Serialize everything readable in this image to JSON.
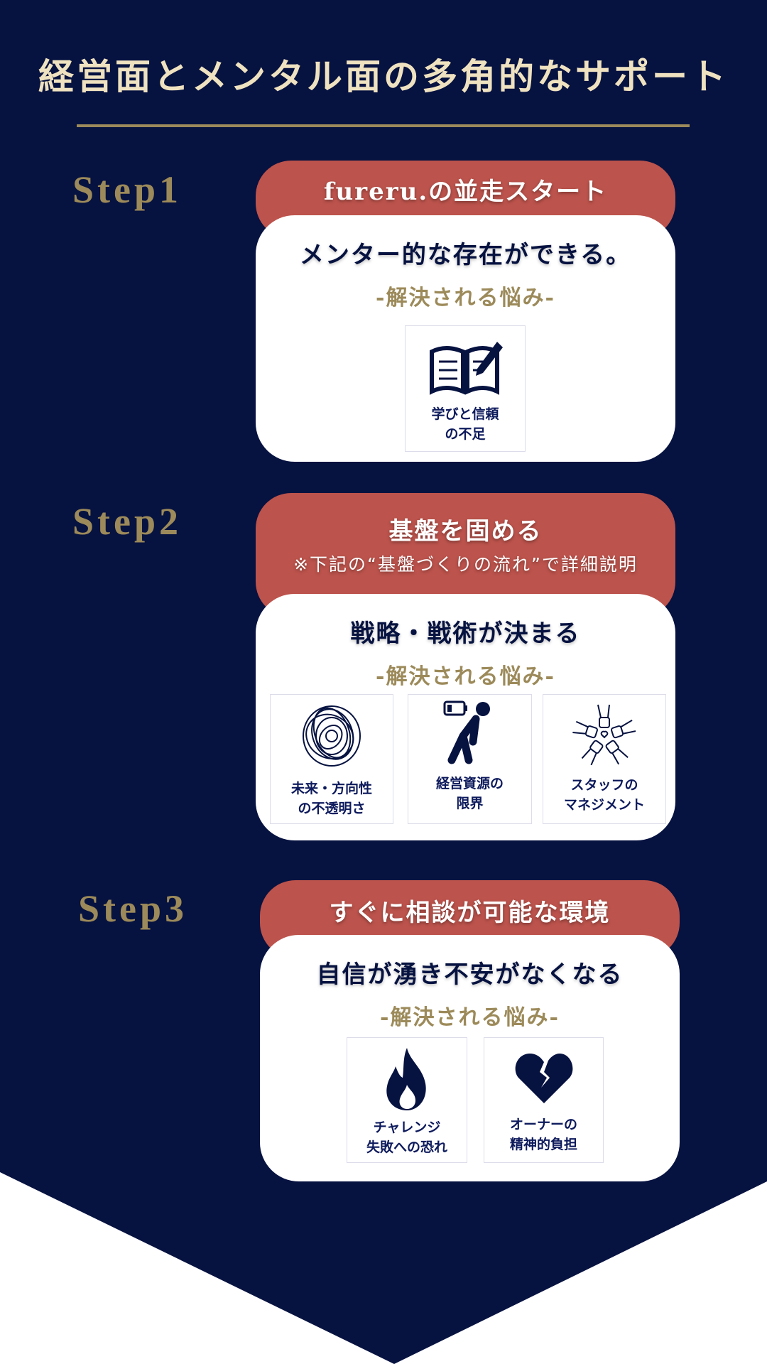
{
  "colors": {
    "navy": "#061240",
    "red": "#bc534c",
    "gold": "#9c8a5a",
    "cream": "#efe2c0"
  },
  "title": "経営面とメンタル面の多角的なサポート",
  "steps": [
    {
      "label": "Step1",
      "header": "fureru.の並走スタート",
      "heading": "メンター的な存在ができる。",
      "tag": "-解決される悩み-",
      "problems": [
        {
          "icon": "book-pen-icon",
          "line1": "学びと信頼",
          "line2": "の不足"
        }
      ]
    },
    {
      "label": "Step2",
      "header": "基盤を固める",
      "note": "※下記の“基盤づくりの流れ”で詳細説明",
      "heading": "戦略・戦術が決まる",
      "tag": "-解決される悩み-",
      "problems": [
        {
          "icon": "tangled-scribble-icon",
          "line1": "未来・方向性",
          "line2": "の不透明さ"
        },
        {
          "icon": "tired-person-low-battery-icon",
          "line1": "経営資源の",
          "line2": "限界"
        },
        {
          "icon": "hands-together-icon",
          "line1": "スタッフの",
          "line2": "マネジメント"
        }
      ]
    },
    {
      "label": "Step3",
      "header": "すぐに相談が可能な環境",
      "heading": "自信が湧き不安がなくなる",
      "tag": "-解決される悩み-",
      "problems": [
        {
          "icon": "flame-icon",
          "line1": "チャレンジ",
          "line2": "失敗への恐れ"
        },
        {
          "icon": "broken-heart-icon",
          "line1": "オーナーの",
          "line2": "精神的負担"
        }
      ]
    }
  ]
}
